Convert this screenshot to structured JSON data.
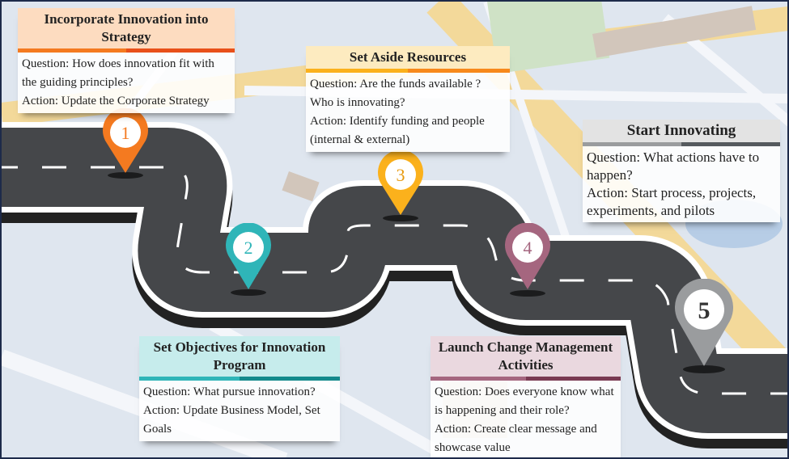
{
  "steps": [
    {
      "number": "1",
      "title": "Incorporate Innovation into Strategy",
      "question": "Question: How does innovation fit with the guiding principles?",
      "action": "Action: Update the Corporate Strategy",
      "color": "#f47a20",
      "color_dark": "#e8501a",
      "header_bg": "#fddcc0"
    },
    {
      "number": "2",
      "title": "Set Objectives for Innovation Program",
      "question": "Question: What pursue innovation?",
      "action": "Action: Update Business Model, Set Goals",
      "color": "#2fb5b8",
      "color_dark": "#138a8c",
      "header_bg": "#c6ecec"
    },
    {
      "number": "3",
      "title": "Set Aside Resources",
      "question": "Question: Are the funds available ? Who is innovating?",
      "action": "Action: Identify funding and people (internal & external)",
      "color": "#fbb11c",
      "color_dark": "#f7891c",
      "header_bg": "#fdebc0"
    },
    {
      "number": "4",
      "title": "Launch Change Management Activities",
      "question": "Question: Does everyone know what is happening and their role?",
      "action": "Action: Create clear message and showcase value",
      "color": "#a5667f",
      "color_dark": "#7a3a52",
      "header_bg": "#ead8df"
    },
    {
      "number": "5",
      "title": "Start Innovating",
      "question": "Question: What actions have to happen?",
      "action": "Action: Start process, projects, experiments, and pilots",
      "color": "#9a9c9e",
      "color_dark": "#555a5e",
      "header_bg": "#e3e3e3"
    }
  ]
}
